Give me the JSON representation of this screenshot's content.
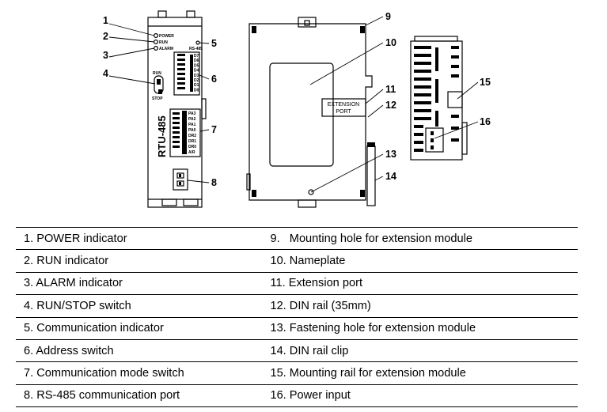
{
  "device_labels": {
    "power": "POWER",
    "run": "RUN",
    "alarm": "ALARM",
    "rs485": "RS-485",
    "switch_run": "RUN",
    "switch_stop": "STOP",
    "model": "RTU-485",
    "extension_port_line1": "EXTENSION",
    "extension_port_line2": "PORT",
    "address_labels": [
      "D7",
      "D6",
      "D5",
      "D4",
      "D3",
      "D2",
      "D1",
      "D0"
    ],
    "mode_labels": [
      "PA3",
      "PA2",
      "PA1",
      "PA0",
      "DR2",
      "DR1",
      "DR0",
      "A/R"
    ]
  },
  "callouts": [
    "1",
    "2",
    "3",
    "4",
    "5",
    "6",
    "7",
    "8",
    "9",
    "10",
    "11",
    "12",
    "13",
    "14",
    "15",
    "16"
  ],
  "legend": {
    "left": [
      "1. POWER indicator",
      "2. RUN indicator",
      "3. ALARM indicator",
      "4. RUN/STOP switch",
      "5. Communication indicator",
      "6. Address switch",
      "7. Communication mode switch",
      "8. RS-485 communication port"
    ],
    "right": [
      "9.   Mounting hole for extension module",
      "10. Nameplate",
      "11. Extension port",
      "12. DIN rail (35mm)",
      "13. Fastening hole for extension module",
      "14. DIN rail clip",
      "15. Mounting rail for extension module",
      "16. Power input"
    ]
  }
}
